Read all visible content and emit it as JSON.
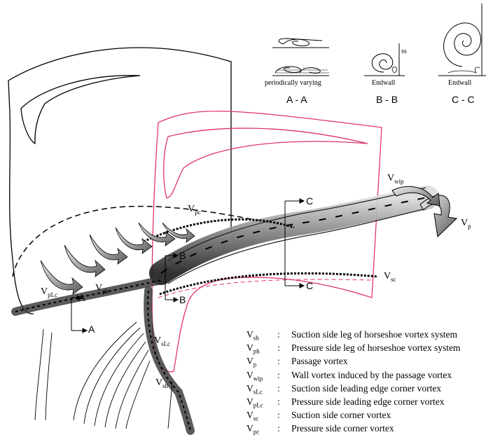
{
  "sections": [
    {
      "id": "A",
      "caption_top": "",
      "caption_bottom": "periodically varying",
      "label": "A - A"
    },
    {
      "id": "B",
      "caption_side": "ss",
      "caption_bottom": "Endwall",
      "label": "B - B"
    },
    {
      "id": "C",
      "caption_bottom": "Endwall",
      "label": "C - C"
    }
  ],
  "cut_markers": {
    "a": "A",
    "b": "B",
    "c": "C"
  },
  "vortex_labels": [
    {
      "base": "V",
      "sub": "wip"
    },
    {
      "base": "V",
      "sub": "pc"
    },
    {
      "base": "V",
      "sub": "p"
    },
    {
      "base": "V",
      "sub": "sc"
    },
    {
      "base": "V",
      "sub": "pLc"
    },
    {
      "base": "V",
      "sub": "ph"
    },
    {
      "base": "V",
      "sub": "sLc"
    },
    {
      "base": "V",
      "sub": "sh"
    }
  ],
  "legend": [
    {
      "symbol": "V",
      "sub": "sh",
      "colon": ":",
      "desc": "Suction side leg of horseshoe vortex system"
    },
    {
      "symbol": "V",
      "sub": "ph",
      "colon": ":",
      "desc": "Pressure side leg of horseshoe vortex system"
    },
    {
      "symbol": "V",
      "sub": "p",
      "colon": ":",
      "desc": "Passage vortex"
    },
    {
      "symbol": "V",
      "sub": "wip",
      "colon": ":",
      "desc": "Wall vortex induced by the passage vortex"
    },
    {
      "symbol": "V",
      "sub": "sLc",
      "colon": ":",
      "desc": "Suction side leading edge corner vortex"
    },
    {
      "symbol": "V",
      "sub": "pLc",
      "colon": ":",
      "desc": "Pressure side leading edge corner vortex"
    },
    {
      "symbol": "V",
      "sub": "sc",
      "colon": ":",
      "desc": "Suction side corner vortex"
    },
    {
      "symbol": "V",
      "sub": "pc",
      "colon": ":",
      "desc": "Pressure side corner vortex"
    }
  ],
  "colors": {
    "blade_outline": "#000000",
    "passage_outline": "#e0336b",
    "vortex_fill": "#8a8a8a",
    "vortex_dark": "#111111"
  }
}
